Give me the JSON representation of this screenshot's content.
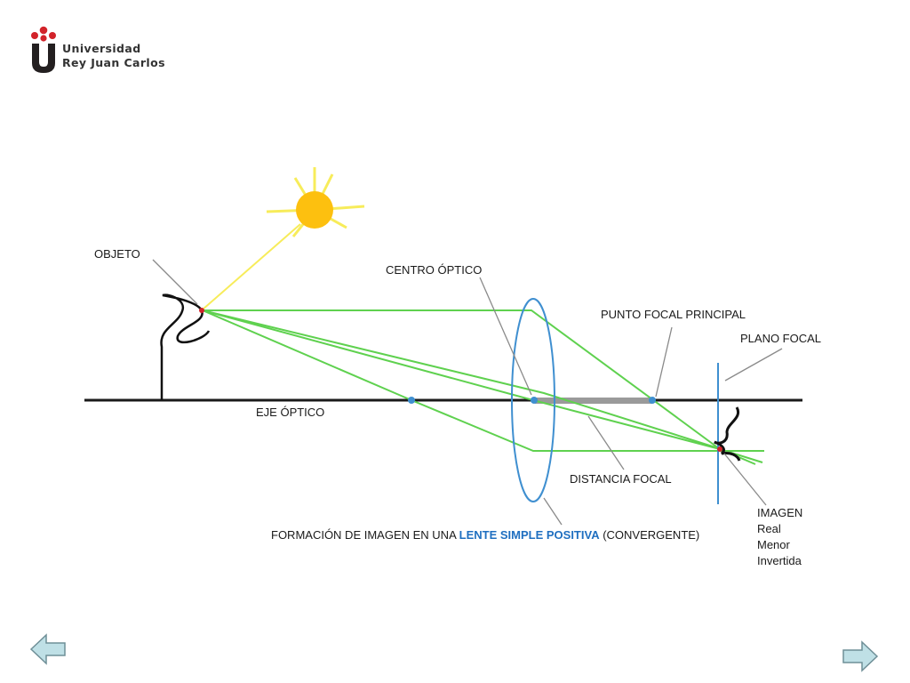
{
  "logo": {
    "line1": "Universidad",
    "line2": "Rey Juan Carlos",
    "brand_red": "#d2232a",
    "brand_black": "#231f20"
  },
  "diagram": {
    "labels": {
      "objeto": "OBJETO",
      "centro_optico": "CENTRO ÓPTICO",
      "punto_focal_principal": "PUNTO FOCAL PRINCIPAL",
      "plano_focal": "PLANO FOCAL",
      "eje_optico": "EJE ÓPTICO",
      "distancia_focal": "DISTANCIA FOCAL",
      "imagen": "IMAGEN",
      "imagen_real": "Real",
      "imagen_menor": "Menor",
      "imagen_invertida": "Invertida"
    },
    "caption": {
      "part1": "FORMACIÓN DE IMAGEN EN UNA ",
      "highlight": "LENTE SIMPLE POSITIVA",
      "part2": " (CONVERGENTE)"
    },
    "colors": {
      "ray": "#5fd14f",
      "sun": "#fdc00f",
      "sun_ray": "#f7ec5a",
      "lens": "#3f8fd0",
      "axis": "#1a1a1a",
      "highlight_text": "#1f6fc0",
      "focal_bar": "#9a9a9a",
      "leader": "#8a8a8a"
    }
  },
  "navigation": {
    "prev_icon": "arrow-left-icon",
    "next_icon": "arrow-right-icon",
    "arrow_fill": "#bfe0e6",
    "arrow_stroke": "#6f8f97"
  }
}
